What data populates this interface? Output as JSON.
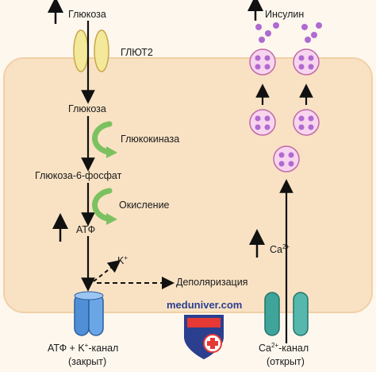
{
  "labels": {
    "glucose_top": "Глюкоза",
    "glut2": "ГЛЮТ2",
    "glucose_in": "Глюкоза",
    "glucokinase": "Глюкокиназа",
    "g6p": "Глюкоза-6-фосфат",
    "oxidation": "Окисление",
    "atp": "АТФ",
    "k_ion": "K",
    "k_sup": "+",
    "depolarization": "Деполяризация",
    "katp_channel_a": "АТФ + K",
    "katp_channel_sup": "+",
    "katp_channel_b": "-канал",
    "katp_state": "(закрыт)",
    "insulin": "Инсулин",
    "ca": "Ca",
    "ca_sup": "2+",
    "ca_channel_a": "Ca",
    "ca_channel_sup": "2+",
    "ca_channel_b": "-канал",
    "ca_state": "(открыт)"
  },
  "watermark": {
    "site": "meduniver.com"
  },
  "colors": {
    "cell_fill": "#f9e2c4",
    "transporter": "#f4e89a",
    "enzyme_arrow": "#7cc160",
    "katp_channel": "#4f8fd6",
    "ca_channel": "#3fa49a",
    "granule": "#b06ad0"
  }
}
